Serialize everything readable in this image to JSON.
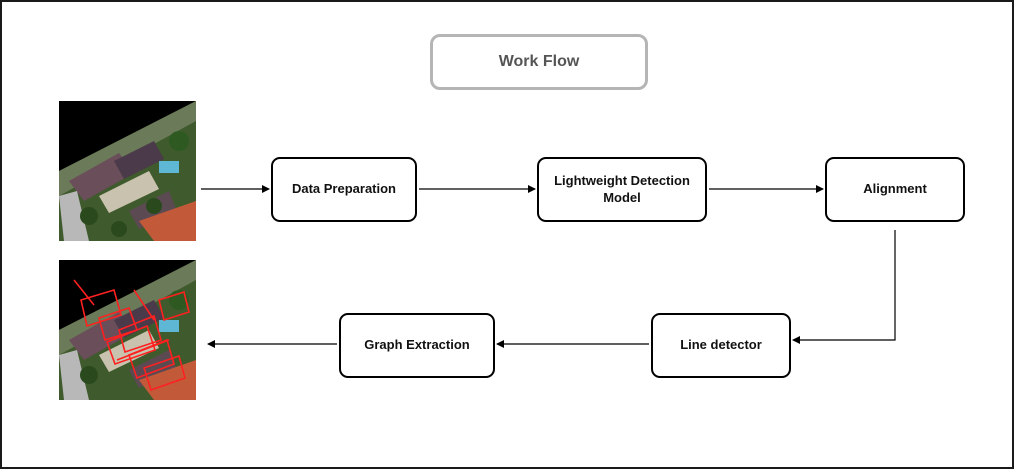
{
  "title": "Work Flow",
  "nodes": {
    "data_preparation": "Data Preparation",
    "detection_model_line1": "Lightweight Detection",
    "detection_model_line2": "Model",
    "alignment": "Alignment",
    "line_detector": "Line detector",
    "graph_extraction": "Graph Extraction"
  },
  "images": {
    "input": "aerial-satellite-image",
    "output": "aerial-image-with-red-detections"
  },
  "colors": {
    "node_border": "#000000",
    "title_border": "#b5b5b5",
    "detection_red": "#ff2020"
  }
}
